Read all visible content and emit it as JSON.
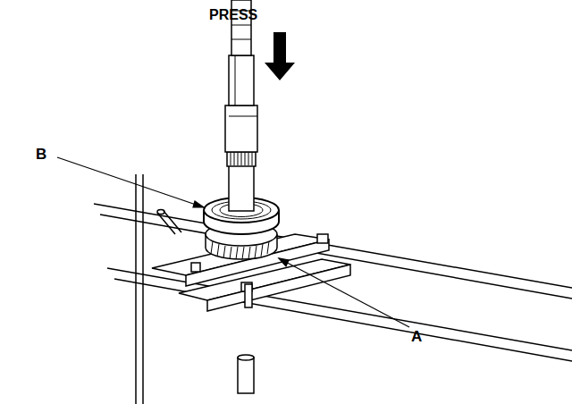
{
  "diagram": {
    "labels": [
      "PRESS",
      "B",
      "A"
    ]
  }
}
